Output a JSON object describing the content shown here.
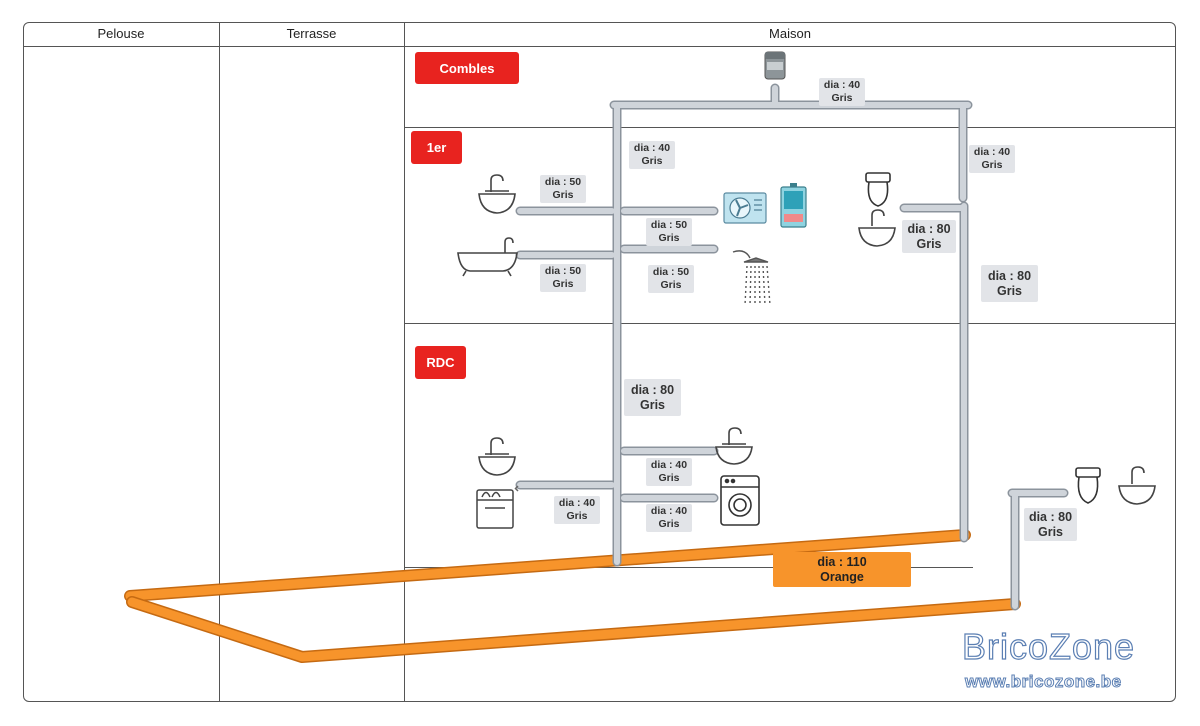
{
  "columns": {
    "pelouse": "Pelouse",
    "terrasse": "Terrasse",
    "maison": "Maison"
  },
  "floors": {
    "combles": "Combles",
    "premier": "1er",
    "rdc": "RDC"
  },
  "labels": {
    "attic_vent": {
      "dia": "dia : 40",
      "color": "Gris"
    },
    "riser_left_top": {
      "dia": "dia : 40",
      "color": "Gris"
    },
    "riser_right_top": {
      "dia": "dia : 40",
      "color": "Gris"
    },
    "sink_1er": {
      "dia": "dia : 50",
      "color": "Gris"
    },
    "hvac_1er": {
      "dia": "dia : 50",
      "color": "Gris"
    },
    "bath_1er": {
      "dia": "dia : 50",
      "color": "Gris"
    },
    "shower_1er": {
      "dia": "dia : 50",
      "color": "Gris"
    },
    "wc_1er": {
      "dia": "dia : 80",
      "color": "Gris"
    },
    "riser_right": {
      "dia": "dia : 80",
      "color": "Gris"
    },
    "riser_left": {
      "dia": "dia : 80",
      "color": "Gris"
    },
    "sink_rdc_right": {
      "dia": "dia : 40",
      "color": "Gris"
    },
    "washer_rdc": {
      "dia": "dia : 40",
      "color": "Gris"
    },
    "dishwasher_rdc": {
      "dia": "dia : 40",
      "color": "Gris"
    },
    "wc_outside": {
      "dia": "dia : 80",
      "color": "Gris"
    },
    "main_drain": {
      "dia": "dia : 110",
      "color": "Orange"
    }
  },
  "colors": {
    "grey_pipe": "#cfd4da",
    "grey_pipe_stroke": "#8b939c",
    "orange_pipe": "#f7942b",
    "orange_pipe_stroke": "#c56a12",
    "floor_tag": "#e8231f"
  },
  "icons": [
    "vent-cap-icon",
    "sink-icon",
    "bathtub-icon",
    "air-conditioner-icon",
    "water-heater-icon",
    "shower-icon",
    "toilet-icon",
    "washing-machine-icon",
    "dishwasher-icon"
  ],
  "watermark": {
    "brand": "BricoZone",
    "url": "www.bricozone.be"
  }
}
